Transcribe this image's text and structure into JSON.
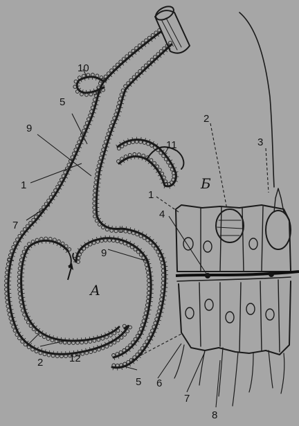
{
  "panels": {
    "a": "А",
    "b": "Б"
  },
  "labels_a": {
    "l1": "1",
    "l2": "2",
    "l5a": "5",
    "l5b": "5",
    "l7": "7",
    "l9a": "9",
    "l9b": "9",
    "l10": "10",
    "l11": "11",
    "l12": "12"
  },
  "labels_b": {
    "l1": "1",
    "l2": "2",
    "l3": "3",
    "l4": "4",
    "l6": "6",
    "l7": "7",
    "l8": "8"
  }
}
